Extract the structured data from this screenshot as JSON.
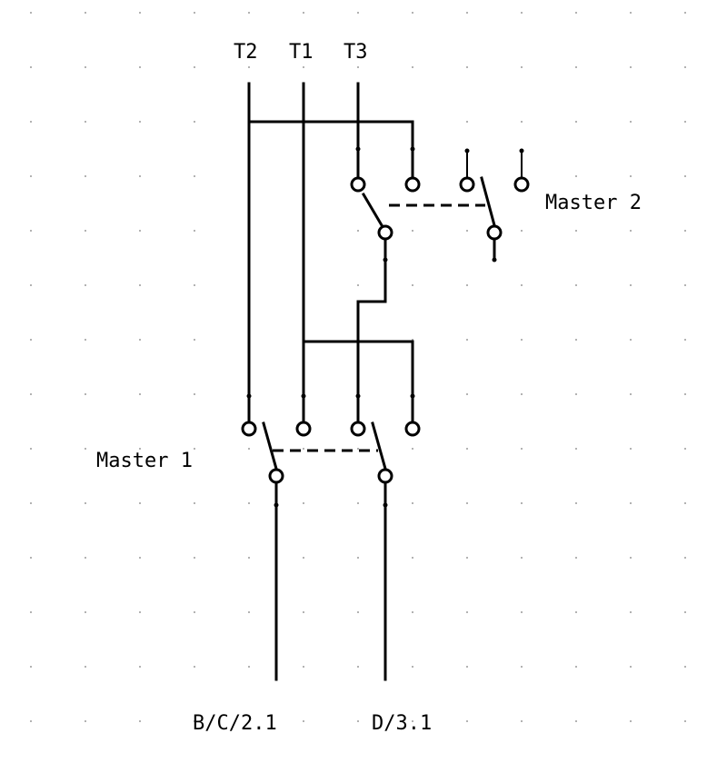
{
  "terminals_top": {
    "t2": "T2",
    "t1": "T1",
    "t3": "T3"
  },
  "switches": {
    "master1": "Master 1",
    "master2": "Master 2"
  },
  "terminals_bottom": {
    "left": "B/C/2.1",
    "right": "D/3.1"
  },
  "colors": {
    "line": "#000000",
    "background": "#ffffff",
    "grid": "#9a9a9a"
  }
}
